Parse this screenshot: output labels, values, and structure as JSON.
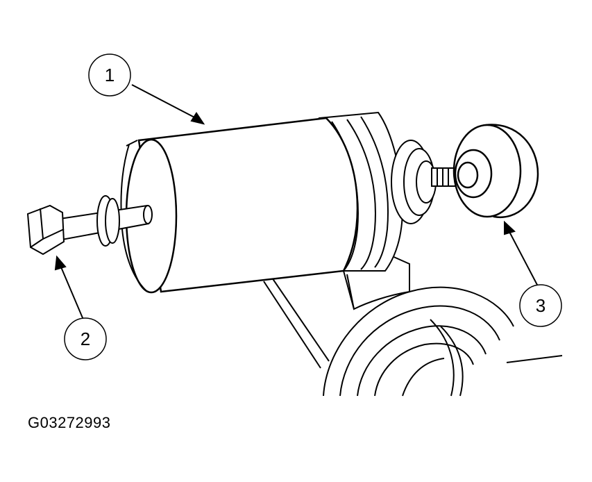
{
  "figure": {
    "id": "G03272993",
    "callouts": [
      {
        "number": "1",
        "part": "puller-body"
      },
      {
        "number": "2",
        "part": "forcing-screw"
      },
      {
        "number": "3",
        "part": "adapter-cup"
      }
    ]
  }
}
